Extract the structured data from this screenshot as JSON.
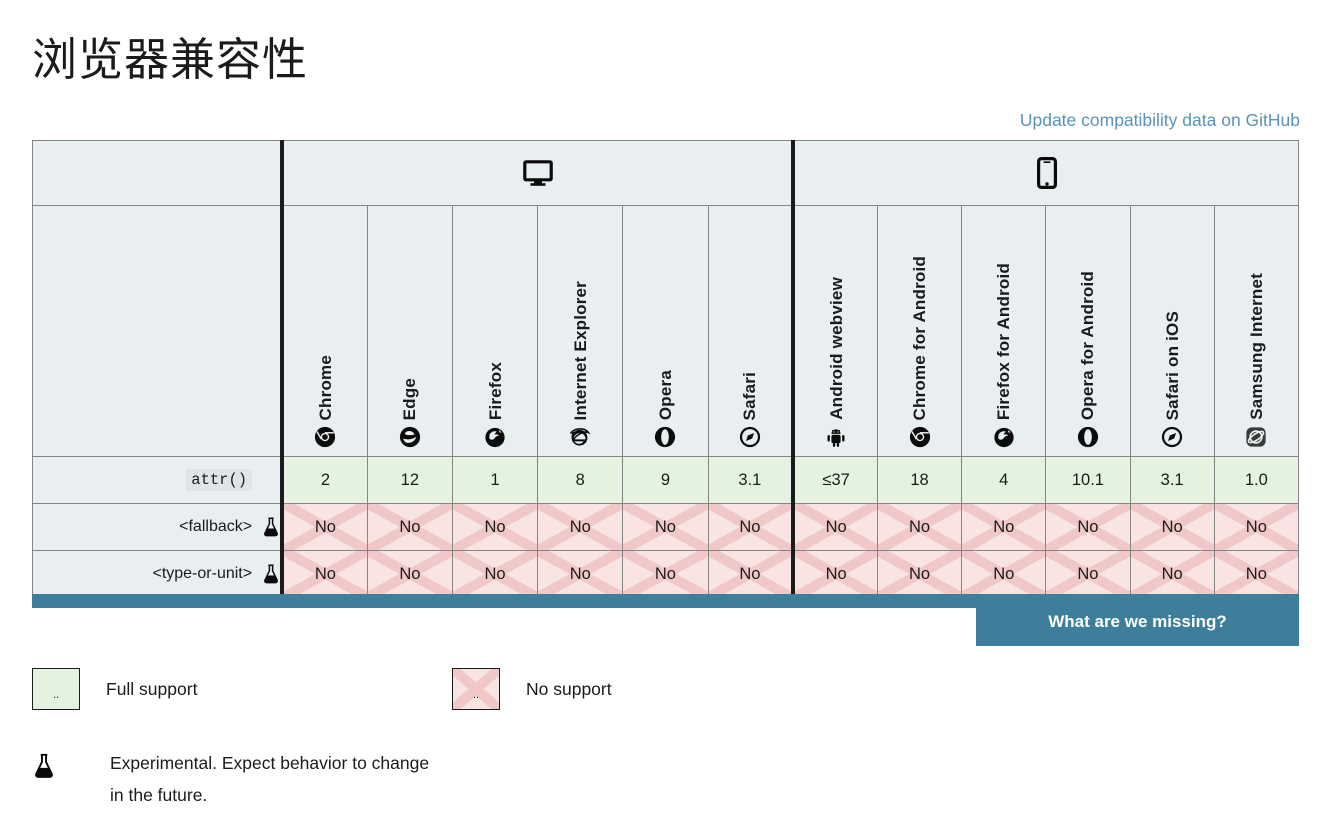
{
  "page": {
    "title": "浏览器兼容性"
  },
  "github": {
    "link_label": "Update compatibility data on GitHub"
  },
  "table": {
    "groups": [
      {
        "name": "desktop",
        "icon": "desktop-monitor-icon",
        "span": 6
      },
      {
        "name": "mobile",
        "icon": "mobile-phone-icon",
        "span": 6
      }
    ],
    "browsers": [
      {
        "label": "Chrome",
        "icon": "chrome-icon",
        "group": "desktop"
      },
      {
        "label": "Edge",
        "icon": "edge-icon",
        "group": "desktop"
      },
      {
        "label": "Firefox",
        "icon": "firefox-icon",
        "group": "desktop"
      },
      {
        "label": "Internet Explorer",
        "icon": "internet-explorer-icon",
        "group": "desktop"
      },
      {
        "label": "Opera",
        "icon": "opera-icon",
        "group": "desktop"
      },
      {
        "label": "Safari",
        "icon": "safari-icon",
        "group": "desktop"
      },
      {
        "label": "Android webview",
        "icon": "android-icon",
        "group": "mobile"
      },
      {
        "label": "Chrome for Android",
        "icon": "chrome-icon",
        "group": "mobile"
      },
      {
        "label": "Firefox for Android",
        "icon": "firefox-icon",
        "group": "mobile"
      },
      {
        "label": "Opera for Android",
        "icon": "opera-icon",
        "group": "mobile"
      },
      {
        "label": "Safari on iOS",
        "icon": "safari-icon",
        "group": "mobile"
      },
      {
        "label": "Samsung Internet",
        "icon": "samsung-internet-icon",
        "group": "mobile"
      }
    ],
    "rows": [
      {
        "feature": "attr()",
        "code": true,
        "experimental": false,
        "cells": [
          {
            "value": "2",
            "support": "yes"
          },
          {
            "value": "12",
            "support": "yes"
          },
          {
            "value": "1",
            "support": "yes"
          },
          {
            "value": "8",
            "support": "yes"
          },
          {
            "value": "9",
            "support": "yes"
          },
          {
            "value": "3.1",
            "support": "yes"
          },
          {
            "value": "≤37",
            "support": "yes"
          },
          {
            "value": "18",
            "support": "yes"
          },
          {
            "value": "4",
            "support": "yes"
          },
          {
            "value": "10.1",
            "support": "yes"
          },
          {
            "value": "3.1",
            "support": "yes"
          },
          {
            "value": "1.0",
            "support": "yes"
          }
        ]
      },
      {
        "feature": "<fallback>",
        "code": false,
        "experimental": true,
        "cells": [
          {
            "value": "No",
            "support": "no"
          },
          {
            "value": "No",
            "support": "no"
          },
          {
            "value": "No",
            "support": "no"
          },
          {
            "value": "No",
            "support": "no"
          },
          {
            "value": "No",
            "support": "no"
          },
          {
            "value": "No",
            "support": "no"
          },
          {
            "value": "No",
            "support": "no"
          },
          {
            "value": "No",
            "support": "no"
          },
          {
            "value": "No",
            "support": "no"
          },
          {
            "value": "No",
            "support": "no"
          },
          {
            "value": "No",
            "support": "no"
          },
          {
            "value": "No",
            "support": "no"
          }
        ]
      },
      {
        "feature": "<type-or-unit>",
        "code": false,
        "experimental": true,
        "cells": [
          {
            "value": "No",
            "support": "no"
          },
          {
            "value": "No",
            "support": "no"
          },
          {
            "value": "No",
            "support": "no"
          },
          {
            "value": "No",
            "support": "no"
          },
          {
            "value": "No",
            "support": "no"
          },
          {
            "value": "No",
            "support": "no"
          },
          {
            "value": "No",
            "support": "no"
          },
          {
            "value": "No",
            "support": "no"
          },
          {
            "value": "No",
            "support": "no"
          },
          {
            "value": "No",
            "support": "no"
          },
          {
            "value": "No",
            "support": "no"
          },
          {
            "value": "No",
            "support": "no"
          }
        ]
      }
    ]
  },
  "footer": {
    "missing_button_label": "What are we missing?"
  },
  "legend": {
    "items": [
      {
        "key": "full",
        "swatch_text": "..",
        "label": "Full support"
      },
      {
        "key": "none",
        "swatch_text": "..",
        "label": "No support"
      }
    ],
    "note": {
      "icon": "flask-experimental-icon",
      "text": "Experimental. Expect behavior to change in the future."
    }
  },
  "colors": {
    "header_bg": "#e9eef0",
    "full_support": "#e3f3e0",
    "no_support": "#f9e4e4",
    "no_support_cross": "#f0c8c8",
    "accent_teal": "#3d7e9a",
    "link_blue": "#5a93b8",
    "border_dark": "#1b1b1b"
  }
}
